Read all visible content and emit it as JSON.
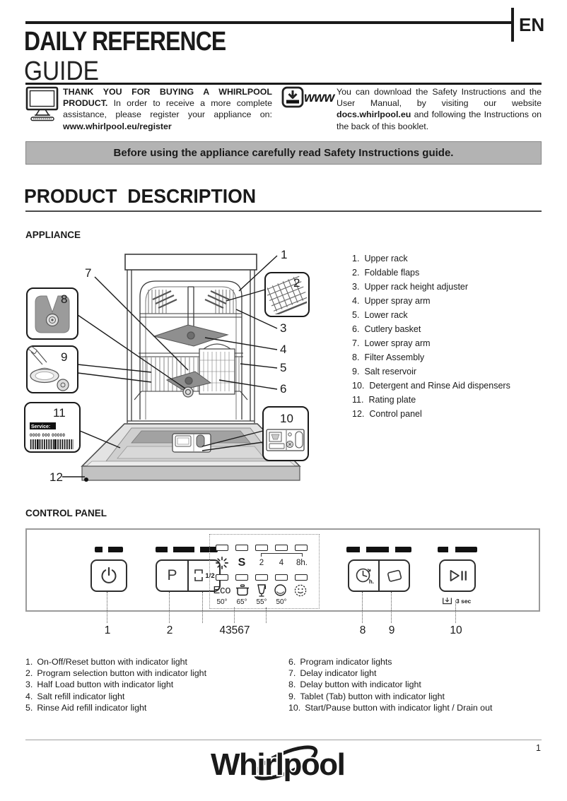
{
  "page": {
    "lang": "EN",
    "number": "1"
  },
  "header": {
    "title_line1": "DAILY REFERENCE",
    "title_line2": "GUIDE"
  },
  "intro": {
    "thanks_heading": "THANK YOU FOR BUYING A WHIRLPOOL PRODUCT.",
    "thanks_body": "In order to receive a more complete assistance, please register your appliance on: ",
    "thanks_link": "www.whirlpool.eu/register",
    "www_label": "www",
    "download_before": "You can download the Safety Instructions and the User Manual, by visiting our website ",
    "download_site": "docs.whirlpool.eu",
    "download_after": " and following the Instructions on the back of this booklet."
  },
  "banner": {
    "text": "Before using the appliance carefully read Safety Instructions guide."
  },
  "product": {
    "title": "PRODUCT  DESCRIPTION",
    "appliance_heading": "APPLIANCE",
    "parts": [
      {
        "n": "1.",
        "t": "Upper rack"
      },
      {
        "n": "2.",
        "t": "Foldable flaps"
      },
      {
        "n": "3.",
        "t": "Upper rack height adjuster"
      },
      {
        "n": "4.",
        "t": "Upper spray arm"
      },
      {
        "n": "5.",
        "t": "Lower rack"
      },
      {
        "n": "6.",
        "t": "Cutlery basket"
      },
      {
        "n": "7.",
        "t": "Lower spray arm"
      },
      {
        "n": "8.",
        "t": "Filter Assembly"
      },
      {
        "n": "9.",
        "t": "Salt reservoir"
      },
      {
        "n": "10.",
        "t": "Detergent and Rinse Aid dispensers"
      },
      {
        "n": "11.",
        "t": "Rating plate"
      },
      {
        "n": "12.",
        "t": "Control panel"
      }
    ]
  },
  "diagram": {
    "callouts": {
      "c1": "1",
      "c2": "2",
      "c3": "3",
      "c4": "4",
      "c5": "5",
      "c6": "6",
      "c7": "7",
      "c8": "8",
      "c9": "9",
      "c10": "10",
      "c11": "11",
      "c12": "12"
    },
    "rating_plate": {
      "service": "Service:",
      "digits": "0000 000 00000"
    }
  },
  "panel": {
    "heading": "CONTROL PANEL",
    "program_letter": "P",
    "half_load": "1/2",
    "rinse_letter": "S",
    "delay_hours": [
      "2",
      "4",
      "8h."
    ],
    "eco_label": "Eco",
    "temps": [
      "50°",
      "65°",
      "55°",
      "50°"
    ],
    "delay_suffix": "h.",
    "hold_label": "3 sec",
    "callouts": [
      "1",
      "2",
      "43567",
      "8",
      "9",
      "10"
    ]
  },
  "legend": {
    "left": [
      {
        "n": "1.",
        "t": "On-Off/Reset button with indicator light"
      },
      {
        "n": "2.",
        "t": "Program selection button with indicator light"
      },
      {
        "n": "3.",
        "t": "Half Load button with indicator light"
      },
      {
        "n": "4.",
        "t": "Salt refill indicator light"
      },
      {
        "n": "5.",
        "t": "Rinse Aid refill indicator light"
      }
    ],
    "right": [
      {
        "n": "6.",
        "t": "Program indicator lights"
      },
      {
        "n": "7.",
        "t": "Delay indicator light"
      },
      {
        "n": "8.",
        "t": "Delay button with indicator light"
      },
      {
        "n": "9.",
        "t": "Tablet (Tab) button with indicator light"
      },
      {
        "n": "10.",
        "t": "Start/Pause button with indicator light / Drain out"
      }
    ]
  },
  "footer": {
    "brand": "Whirlpool",
    "page_number": "1"
  }
}
